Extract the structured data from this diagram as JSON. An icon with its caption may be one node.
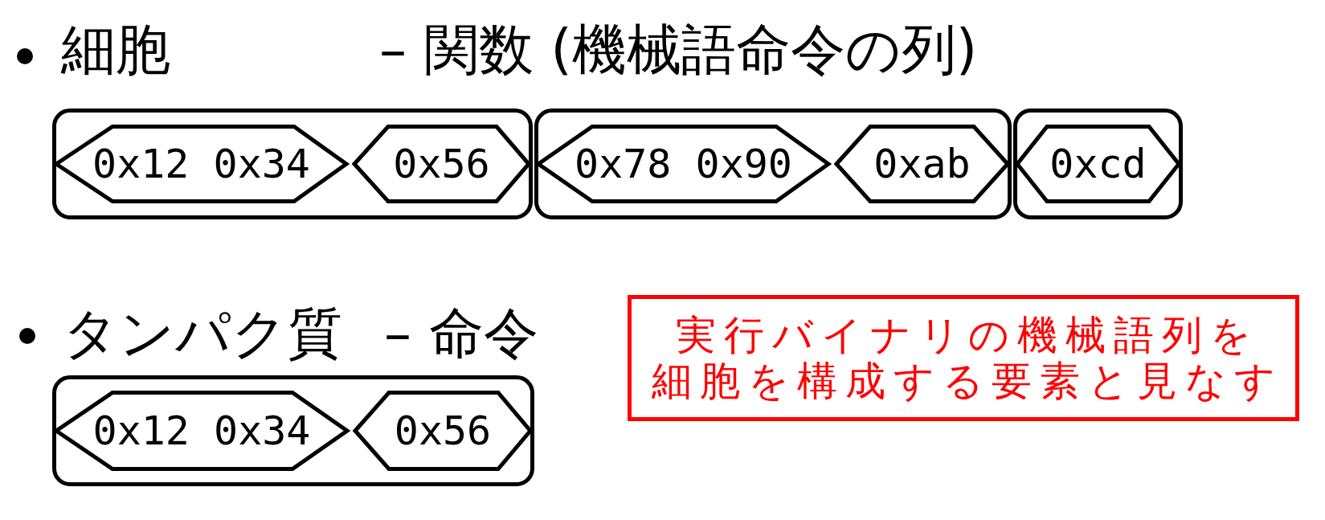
{
  "diagram": {
    "nodes": [
      {
        "text": [],
        "shape": "box"
      },
      {
        "text": [
          "0x12 0x34"
        ],
        "in": 0
      },
      {
        "text": [
          "0x56"
        ],
        "in": 0
      },
      {
        "text": [],
        "shape": "box"
      },
      {
        "text": [
          "0x78 0x90"
        ],
        "in": 3
      },
      {
        "text": [
          "0xab"
        ],
        "in": 3
      },
      {
        "text": [],
        "shape": "box"
      },
      {
        "text": [
          "0xcd"
        ],
        "in": 6
      },
      {
        "text": [],
        "shape": "box"
      },
      {
        "text": [
          "0x12 0x34"
        ],
        "in": 8
      },
      {
        "text": [
          "0x56"
        ],
        "in": 8
      },
      {
        "text": [
          "実行バイナリの機械語列を細胞を構成する要素と見なす"
        ]
      }
    ],
    "labels": [
      "細胞",
      "– 関数 (機械語命令の列)",
      "タンパク質",
      "– 命令"
    ]
  }
}
